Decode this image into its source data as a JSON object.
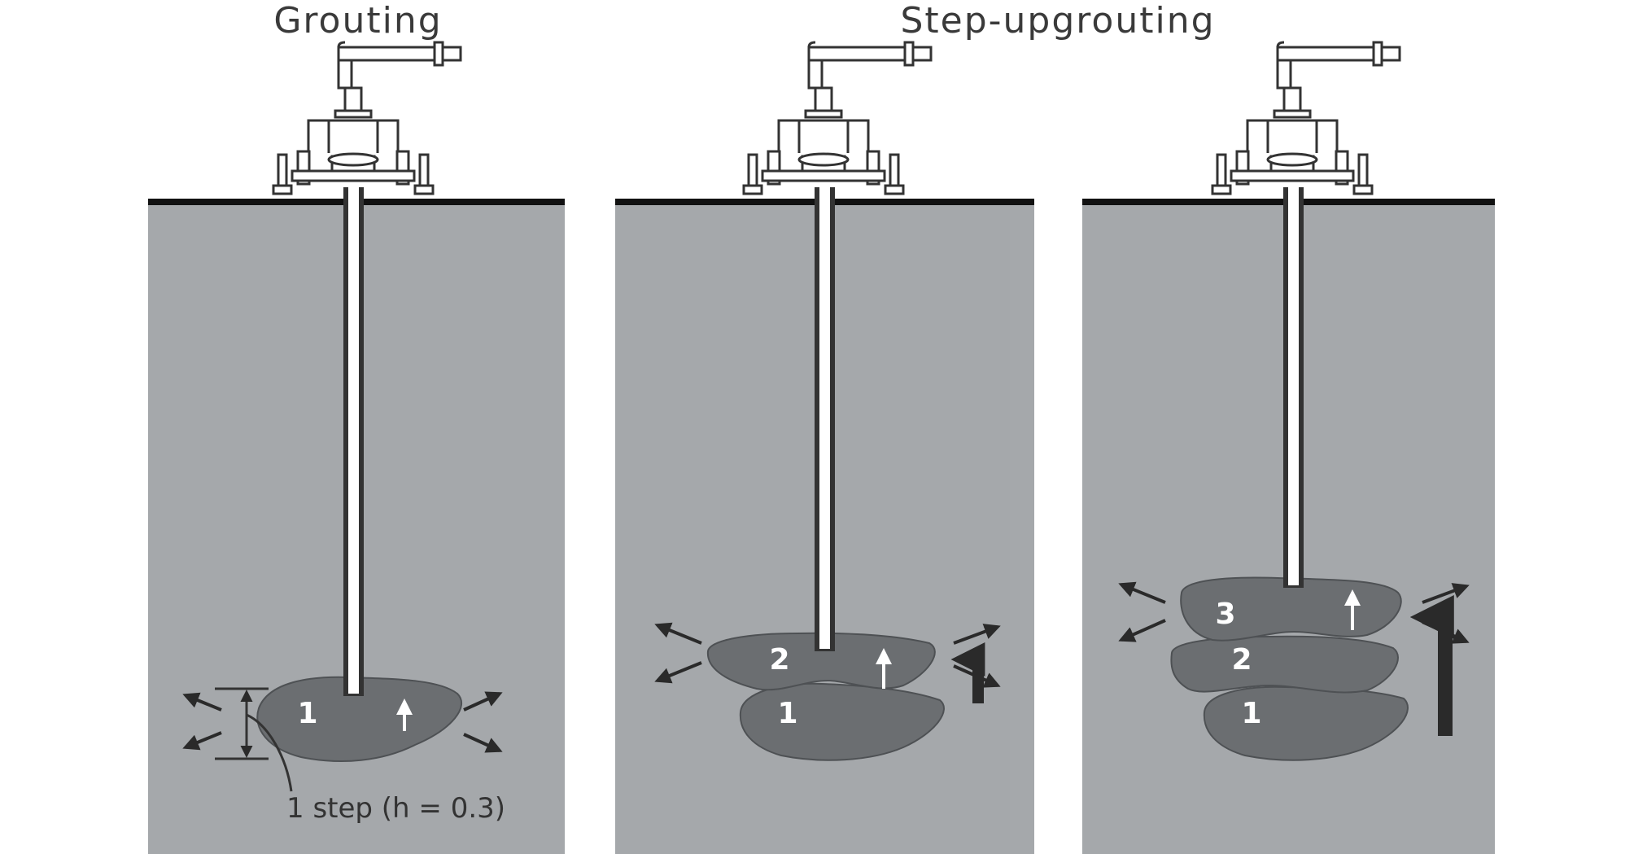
{
  "titles": {
    "left": "Grouting",
    "center": "Step-upgrouting"
  },
  "annotation": {
    "step_label": "1 step (h = 0.3)"
  },
  "panels": [
    {
      "id": "panel-1",
      "layers": [
        "1"
      ]
    },
    {
      "id": "panel-2",
      "layers": [
        "2",
        "1"
      ]
    },
    {
      "id": "panel-3",
      "layers": [
        "3",
        "2",
        "1"
      ]
    }
  ],
  "colors": {
    "soil": "#a5a8ab",
    "grout": "#6b6e71",
    "ground_line": "#111111",
    "arrow": "#2a2a2a"
  },
  "icons": {
    "rig": "grouting-rig-icon",
    "up_arrow": "up-arrow-icon",
    "spread_arrow": "spread-arrow-icon"
  }
}
